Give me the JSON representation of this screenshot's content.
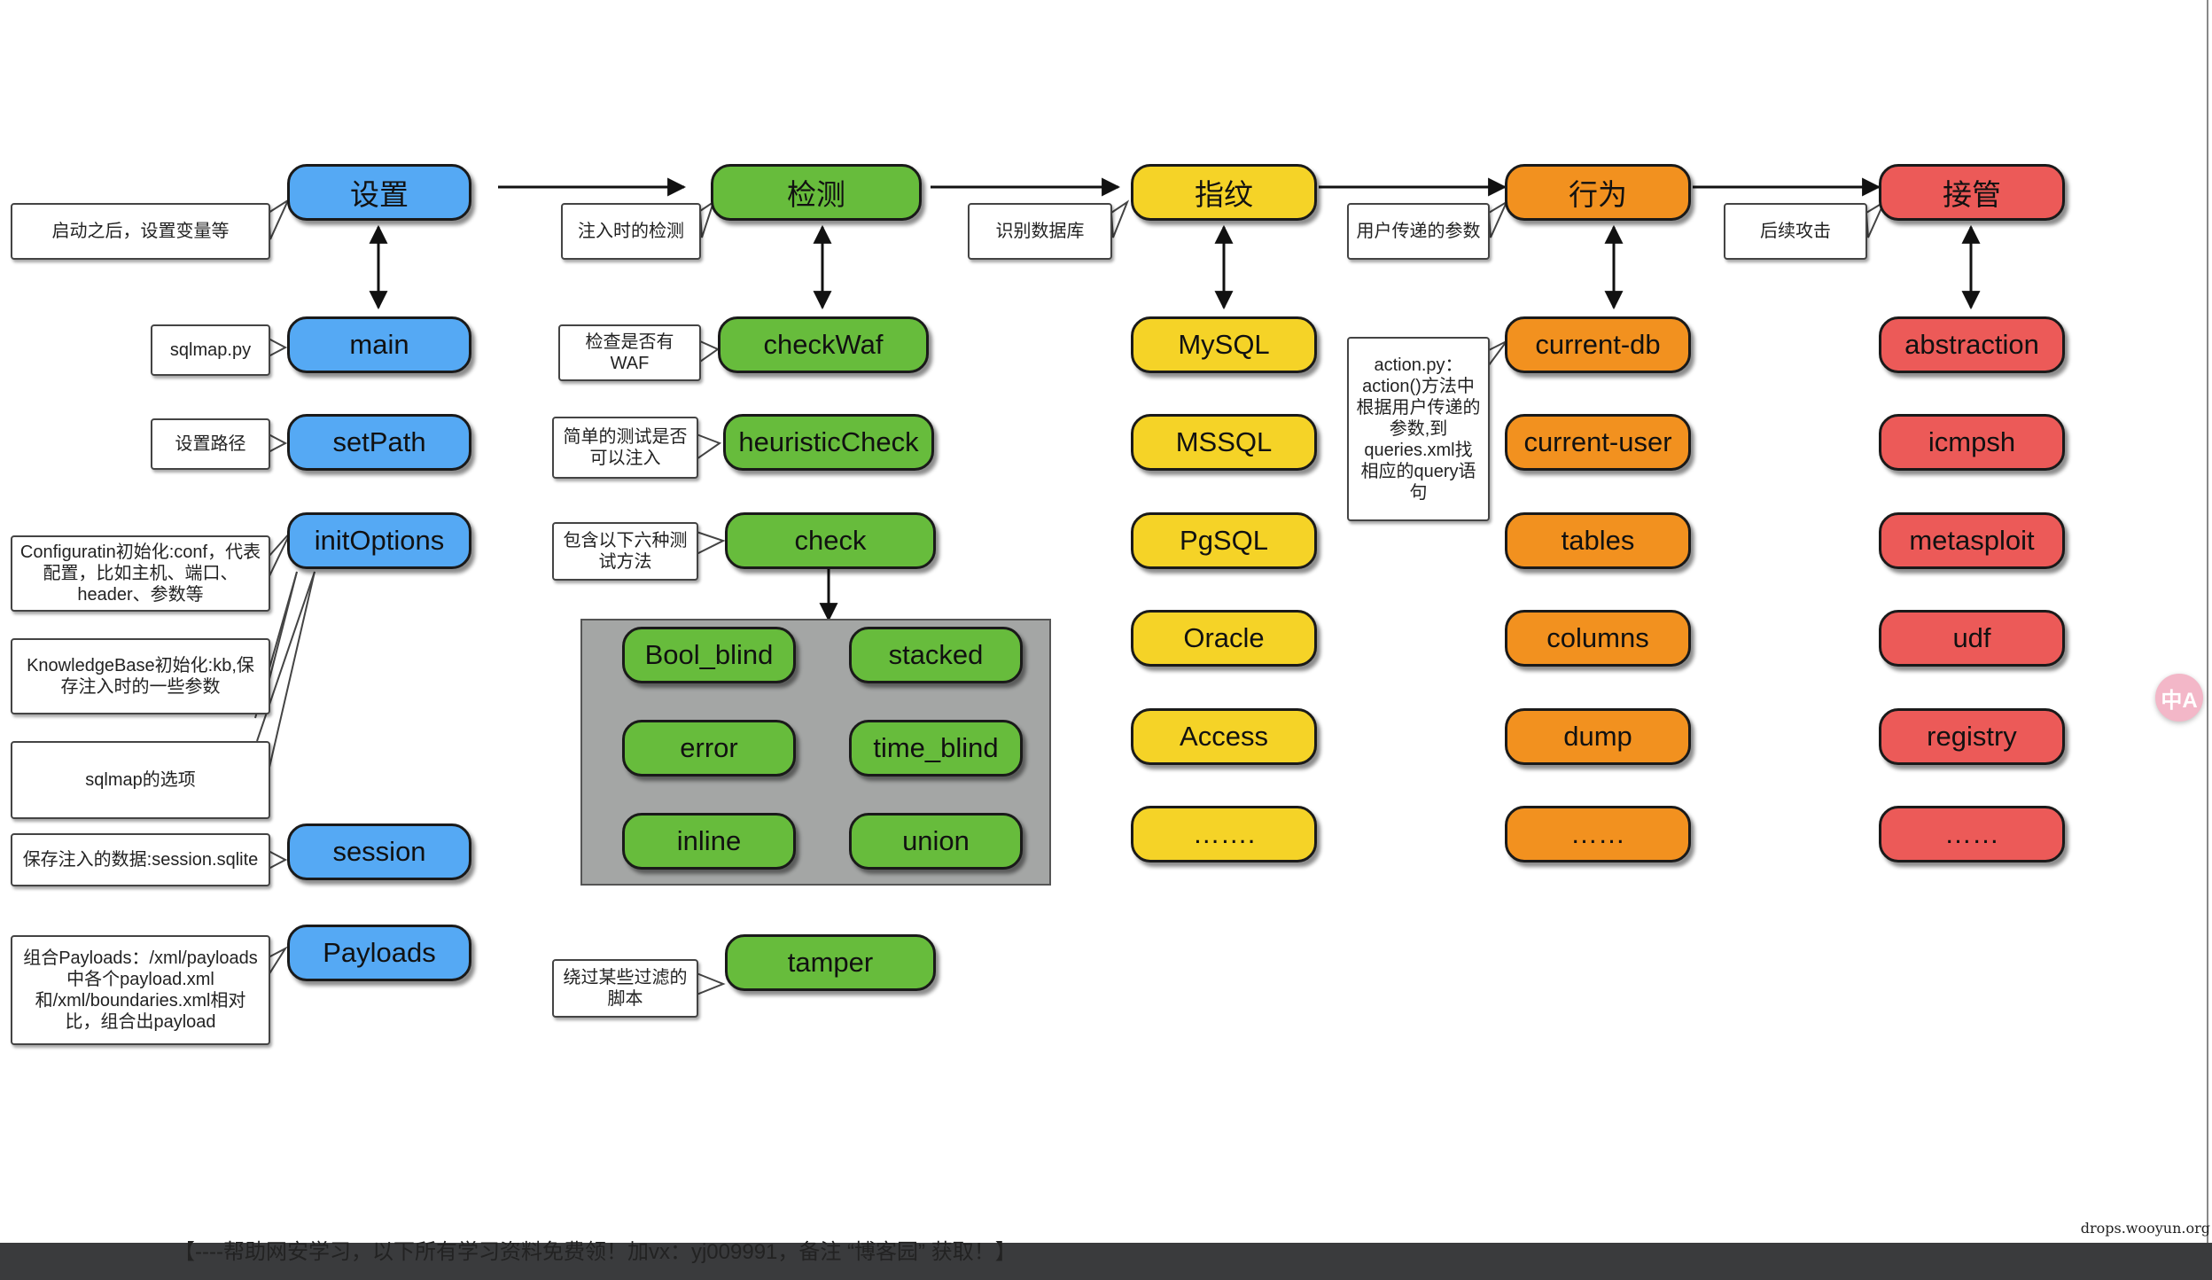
{
  "columns": [
    {
      "id": "settings",
      "header": "设置",
      "color": "blue",
      "items": [
        "main",
        "setPath",
        "initOptions",
        "session",
        "Payloads"
      ]
    },
    {
      "id": "detect",
      "header": "检测",
      "color": "green",
      "items": [
        "checkWaf",
        "heuristicCheck",
        "check",
        "tamper"
      ],
      "group": [
        "Bool_blind",
        "stacked",
        "error",
        "time_blind",
        "inline",
        "union"
      ]
    },
    {
      "id": "fingerprint",
      "header": "指纹",
      "color": "yellow",
      "items": [
        "MySQL",
        "MSSQL",
        "PgSQL",
        "Oracle",
        "Access",
        "……."
      ]
    },
    {
      "id": "action",
      "header": "行为",
      "color": "orange",
      "items": [
        "current-db",
        "current-user",
        "tables",
        "columns",
        "dump",
        "……"
      ]
    },
    {
      "id": "takeover",
      "header": "接管",
      "color": "red",
      "items": [
        "abstraction",
        "icmpsh",
        "metasploit",
        "udf",
        "registry",
        "……"
      ]
    }
  ],
  "callouts": {
    "settings_header": "启动之后，设置变量等",
    "main": "sqlmap.py",
    "setPath": "设置路径",
    "init_conf": "Configuratin初始化:conf，代表配置，比如主机、端口、header、参数等",
    "init_kb": "KnowledgeBase初始化:kb,保存注入时的一些参数",
    "init_options": "sqlmap的选项",
    "session": "保存注入的数据:session.sqlite",
    "payloads": "组合Payloads：/xml/payloads中各个payload.xml和/xml/boundaries.xml相对比，组合出payload",
    "detect_header": "注入时的检测",
    "checkWaf": "检查是否有WAF",
    "heuristicCheck": "简单的测试是否可以注入",
    "check": "包含以下六种测试方法",
    "tamper": "绕过某些过滤的脚本",
    "fingerprint_header": "识别数据库",
    "action_header": "用户传递的参数",
    "action_py": "action.py：action()方法中根据用户传递的参数,到queries.xml找相应的query语句",
    "takeover_header": "后续攻击"
  },
  "footer": "【----帮助网安学习，以下所有学习资料免费领！加vx：yj009991，备注 “博客园” 获取！】",
  "watermark": "drops.wooyun.org",
  "translate_badge": "中A",
  "colors": {
    "blue": "#55a9f4",
    "green": "#67bc3c",
    "yellow": "#f5d327",
    "orange": "#f2911f",
    "red": "#ec5a58",
    "group_bg": "#a4a6a5",
    "footer_bg": "#3a3b3d"
  }
}
